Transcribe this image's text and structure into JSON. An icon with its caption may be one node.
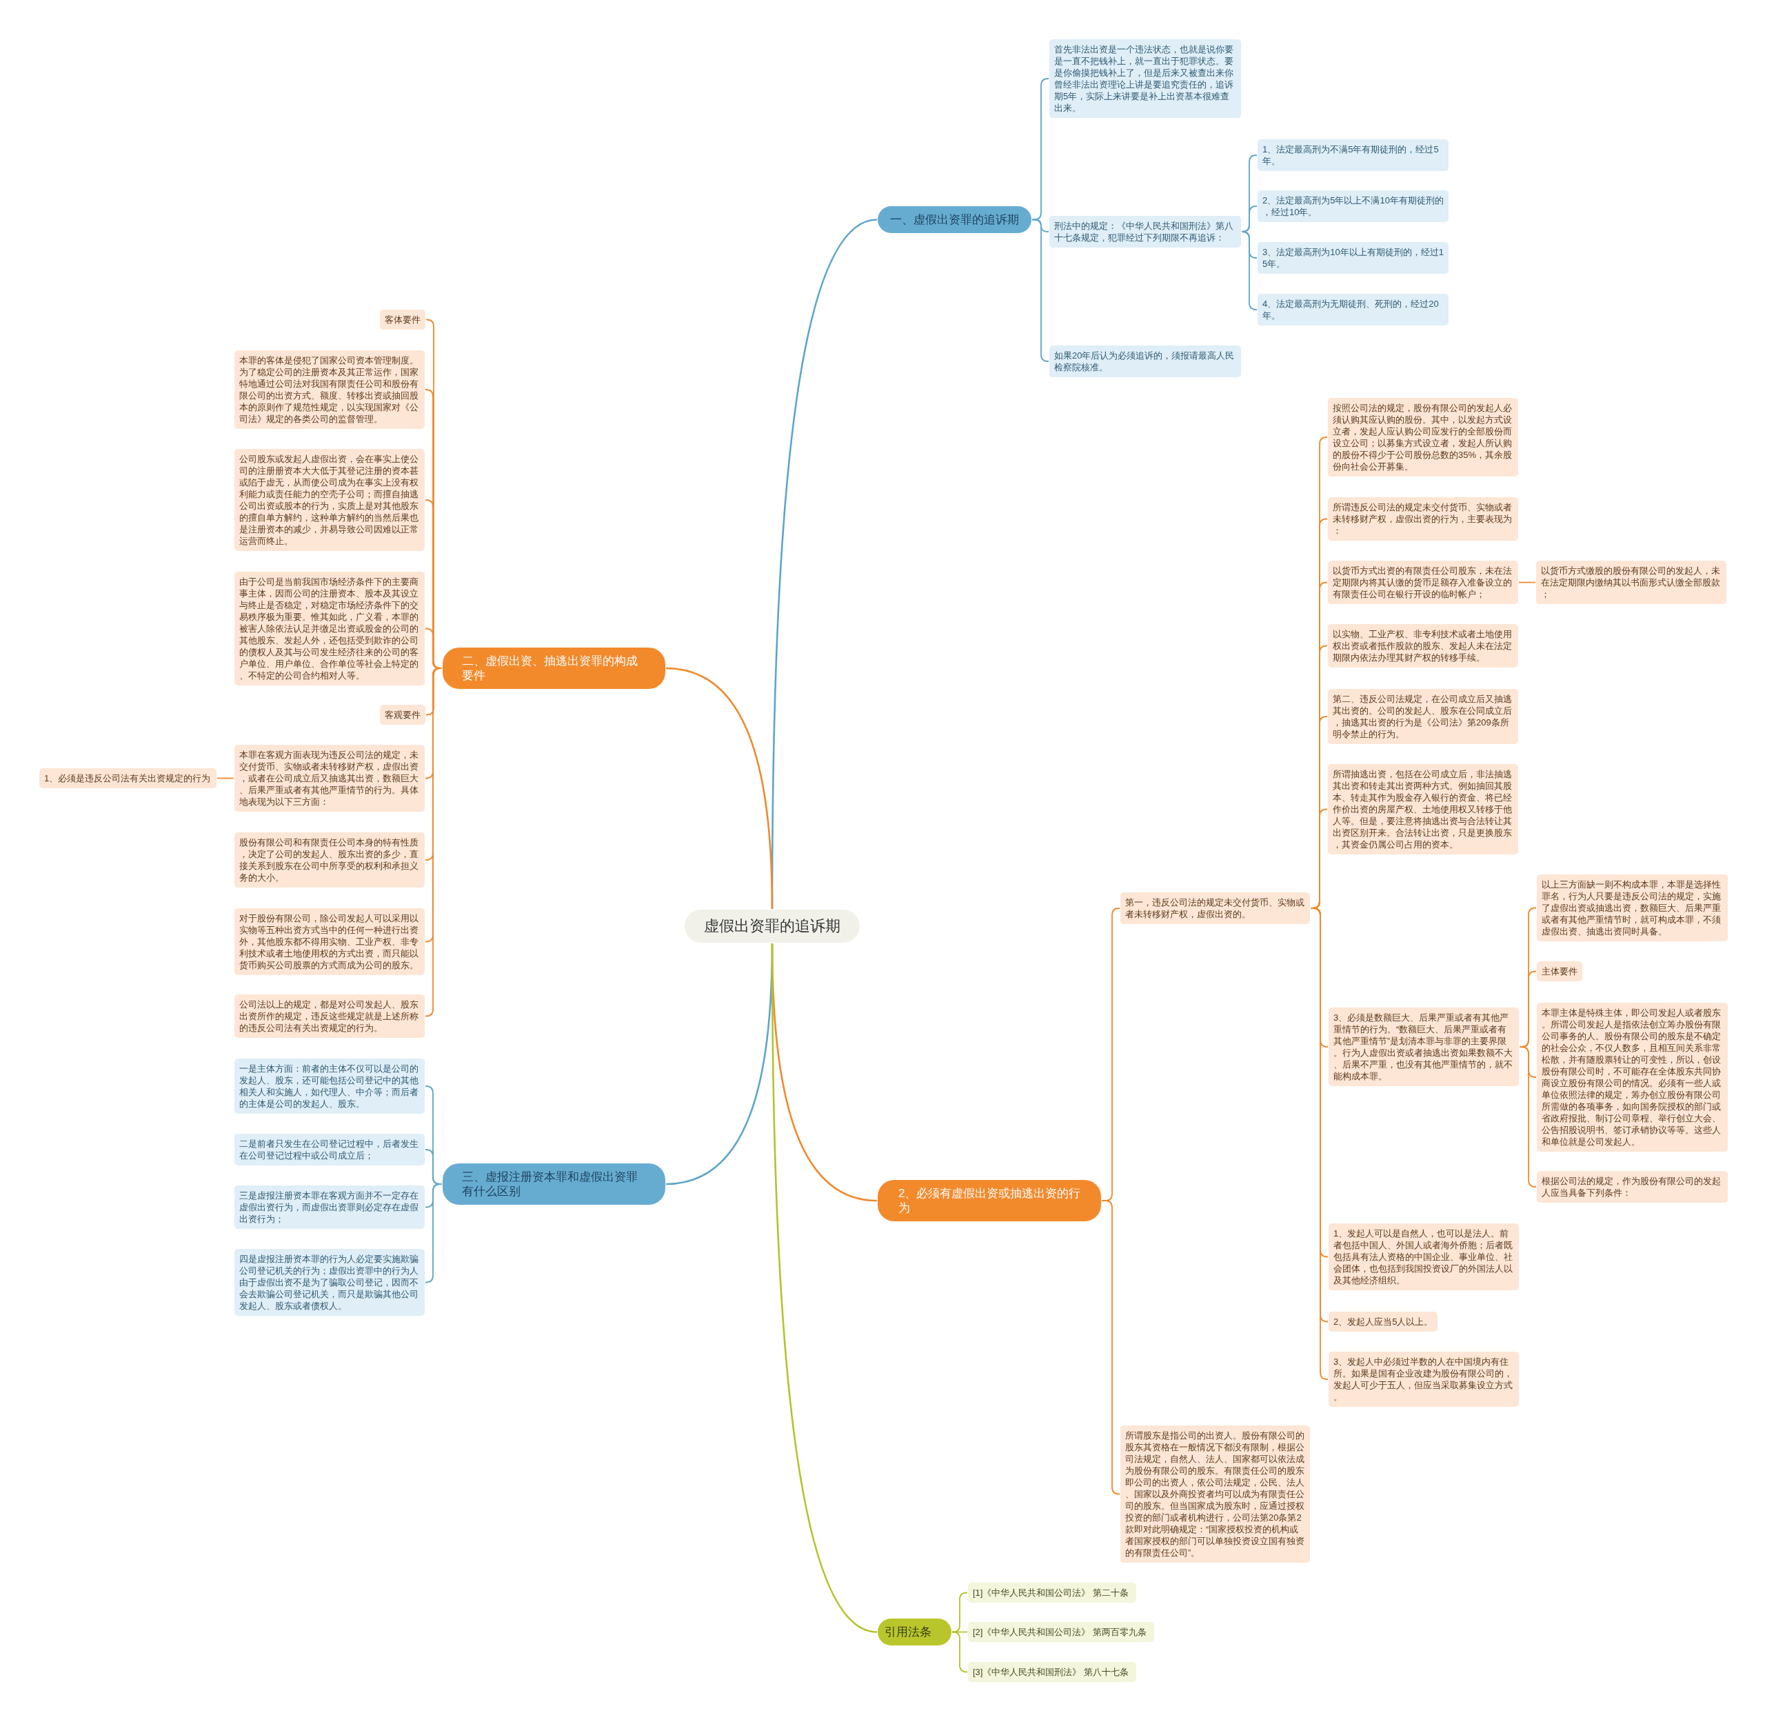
{
  "diagram": {
    "nodes": [
      {
        "text": [
          "虚假出资罪的追诉期"
        ]
      },
      {
        "text": [
          "一、虚假出资罪的追诉期"
        ]
      },
      {
        "text": [
          "首先非法出资是一个违法状态，也就是说你要是一直不把钱补上，就一直出于犯罪状态。要是你偷摸把钱补上了，但是后来又被查出来你曾经非法出资理论上讲是要追究责任的，追诉期5年，实际上来讲要是补上出资基本很难查出来。"
        ]
      },
      {
        "text": [
          "刑法中的规定：《中华人民共和国刑法》第八十七条规定，犯罪经过下列期限不再追诉："
        ]
      },
      {
        "text": [
          "1、法定最高刑为不满5年有期徒刑的，经过5年。"
        ]
      },
      {
        "text": [
          "2、法定最高刑为5年以上不满10年有期徒刑的，经过10年。"
        ]
      },
      {
        "text": [
          "3、法定最高刑为10年以上有期徒刑的，经过15年。"
        ]
      },
      {
        "text": [
          "4、法定最高刑为无期徒刑、死刑的，经过20年。"
        ]
      },
      {
        "text": [
          "如果20年后认为必须追诉的，须报请最高人民检察院核准。"
        ]
      },
      {
        "text": [
          "二、虚假出资、抽逃出资罪的构成要件"
        ]
      },
      {
        "text": [
          "客体要件"
        ]
      },
      {
        "text": [
          "本罪的客体是侵犯了国家公司资本管理制度。为了稳定公司的注册资本及其正常运作，国家特地通过公司法对我国有限责任公司和股份有限公司的出资方式、额度、转移出资或抽回股本的原则作了规范性规定，以实现国家对《公司法》规定的各类公司的监督管理。"
        ]
      },
      {
        "text": [
          "公司股东或发起人虚假出资，会在事实上使公司的注册册资本大大低于其登记注册的资本甚或陷于虚无，从而使公司成为在事实上没有权利能力或责任能力的空壳子公司；而擅自抽逃公司出资或股本的行为，实质上是对其他股东的擅自单方解约，这种单方解约的当然后果也是注册资本的减少，并易导致公司因难以正常运营而终止。"
        ]
      },
      {
        "text": [
          "由于公司是当前我国市场经济条件下的主要商事主体，因而公司的注册资本、股本及其设立与终止是否稳定，对稳定市场经济条件下的交易秩序极为重要。惟其如此，广义看，本罪的被害人除依法认足并缴足出资或股金的公司的其他股东、发起人外，还包括受到欺诈的公司的债权人及其与公司发生经济往来的公司的客户单位、用户单位、合作单位等社会上特定的、不特定的公司合约相对人等。"
        ]
      },
      {
        "text": [
          "客观要件"
        ]
      },
      {
        "text": [
          "本罪在客观方面表现为违反公司法的规定，未交付货币、实物或者未转移财产权，虚假出资，或者在公司成立后又抽逃其出资，数额巨大、后果严重或者有其他严重情节的行为。具体地表现为以下三方面："
        ]
      },
      {
        "text": [
          "1、必须是违反公司法有关出资规定的行为"
        ]
      },
      {
        "text": [
          "股份有限公司和有限责任公司本身的特有性质，决定了公司的发起人、股东出资的多少，直接关系到股东在公司中所享受的权利和承担义务的大小。"
        ]
      },
      {
        "text": [
          "对于股份有限公司，除公司发起人可以采用以实物等五种出资方式当中的任何一种进行出资外，其他股东都不得用实物、工业产权、非专利技术或者土地使用权的方式出资，而只能以货币购买公司股票的方式而成为公司的股东。"
        ]
      },
      {
        "text": [
          "公司法以上的规定，都是对公司发起人、股东出资所作的规定，违反这些规定就是上述所称的违反公司法有关出资规定的行为。"
        ]
      },
      {
        "text": [
          "三、虚报注册资本罪和虚假出资罪有什么区别"
        ]
      },
      {
        "text": [
          "一是主体方面：前者的主体不仅可以是公司的发起人、股东，还可能包括公司登记中的其他相关人和实施人，如代理人、中介等；而后者的主体是公司的发起人、股东。"
        ]
      },
      {
        "text": [
          "二是前者只发生在公司登记过程中，后者发生在公司登记过程中或公司成立后；"
        ]
      },
      {
        "text": [
          "三是虚报注册资本罪在客观方面并不一定存在虚假出资行为，而虚假出资罪则必定存在虚假出资行为；"
        ]
      },
      {
        "text": [
          "四是虚报注册资本罪的行为人必定要实施欺骗公司登记机关的行为；虚假出资罪中的行为人由于虚假出资不是为了骗取公司登记，因而不会去欺骗公司登记机关，而只是欺骗其他公司发起人、股东或者债权人。"
        ]
      },
      {
        "text": [
          "2、必须有虚假出资或抽逃出资的行为"
        ]
      },
      {
        "text": [
          "第一，违反公司法的规定未交付货币、实物或者未转移财产权，虚假出资的。"
        ]
      },
      {
        "text": [
          "按照公司法的规定，股份有限公司的发起人必须认购其应认购的股份。其中，以发起方式设立者，发起人应认购公司应发行的全部股份而设立公司；以募集方式设立者，发起人所认购的股份不得少于公司股份总数的35%，其余股份向社会公开募集。"
        ]
      },
      {
        "text": [
          "所谓违反公司法的规定未交付货币、实物或者未转移财产权，虚假出资的行为，主要表现为："
        ]
      },
      {
        "text": [
          "以货币方式出资的有限责任公司股东，未在法定期限内将其认缴的货币足额存入准备设立的有限责任公司在银行开设的临时帐户；"
        ]
      },
      {
        "text": [
          "以货币方式缴股的股份有限公司的发起人，未在法定期限内缴纳其以书面形式认缴全部股款；"
        ]
      },
      {
        "text": [
          "以实物、工业产权、非专利技术或者土地使用权出资或者抵作股款的股东、发起人未在法定期限内依法办理其财产权的转移手续。"
        ]
      },
      {
        "text": [
          "第二、违反公司法规定，在公司成立后又抽逃其出资的。公司的发起人、股东在公同成立后，抽逃其出资的行为是《公司法》第209条所明令禁止的行为。"
        ]
      },
      {
        "text": [
          "所谓抽逃出资，包括在公司成立后，非法抽逃其出资和转走其出资两种方式。例如抽回其股本、转走其作为股金存入银行的资金、将已经作价出资的房屋产权、土地使用权又转移于他人等。但是，要注意将抽逃出资与合法转让其出资区别开来。合法转让出资，只是更换股东，其资金仍属公司占用的资本。"
        ]
      },
      {
        "text": [
          "3、必须是数额巨大、后果严重或者有其他严重情节的行为。“数额巨大、后果严重或者有其他严重情节”是划清本罪与非罪的主要界限。行为人虚假出资或者抽逃出资如果数额不大、后果不严重，也没有其他严重情节的，就不能构成本罪。"
        ]
      },
      {
        "text": [
          "以上三方面缺一则不构成本罪，本罪是选择性罪名，行为人只要是违反公司法的规定，实施了虚假出资或抽逃出资，数额巨大、后果严重或者有其他严重情节时，就可构成本罪，不须虚假出资、抽逃出资同时具备。"
        ]
      },
      {
        "text": [
          "主体要件"
        ]
      },
      {
        "text": [
          "本罪主体是特殊主体，即公司发起人或者股东。所谓公司发起人是指依法创立筹办股份有限公司事务的人。股份有限公司的股东是不确定的社会公众，不仅人数多，且相互间关系非常松散，并有随股票转让的可变性，所以，创设股份有限公司时，不可能存在全体股东共同协商设立股份有限公司的情况。必须有一些人或单位依照法律的规定，筹办创立股份有限公司所需做的各项事务，如向国务院授权的部门或省政府报批、制订公司章程、举行创立大会、公告招股说明书、签订承销协议等等。这些人和单位就是公司发起人。"
        ]
      },
      {
        "text": [
          "根据公司法的规定，作为股份有限公司的发起人应当具备下列条件："
        ]
      },
      {
        "text": [
          "1、发起人可以是自然人，也可以是法人。前者包括中国人、外国人或者海外侨胞；后者既包括具有法人资格的中国企业、事业单位、社会团体，也包括到我国投资设厂的外国法人以及其他经济组织。"
        ]
      },
      {
        "text": [
          "2、发起人应当5人以上。"
        ]
      },
      {
        "text": [
          "3、发起人中必须过半数的人在中国境内有住所。如果是国有企业改建为股份有限公司的，发起人可少于五人，但应当采取募集设立方式。"
        ]
      },
      {
        "text": [
          "所谓股东是指公司的出资人。股份有限公司的股东其资格在一般情况下都没有限制，根据公司法规定，自然人、法人、国家都可以依法成为股份有限公司的股东。有限责任公司的股东即公司的出资人，依公司法规定，公民、法人、国家以及外商投资者均可以成为有限责任公司的股东。但当国家成为股东时，应通过授权投资的部门或者机构进行，公司法第20条第2款即对此明确规定：“国家授权投资的机构或者国家授权的部门可以单独投资设立国有独资的有限责任公司”。"
        ]
      },
      {
        "text": [
          "引用法条"
        ]
      },
      {
        "text": [
          "[1]《中华人民共和国公司法》 第二十条"
        ]
      },
      {
        "text": [
          "[2]《中华人民共和国公司法》 第两百零九条"
        ]
      },
      {
        "text": [
          "[3]《中华人民共和国刑法》 第八十七条"
        ]
      }
    ],
    "edges": [
      {
        "from": 0,
        "to": 1,
        "arrow": "none",
        "color": "#5da5c9"
      },
      {
        "from": 1,
        "to": 2,
        "arrow": "none",
        "color": "#5da5c9"
      },
      {
        "from": 1,
        "to": 3,
        "arrow": "none",
        "color": "#5da5c9"
      },
      {
        "from": 3,
        "to": 4,
        "arrow": "none",
        "color": "#5da5c9"
      },
      {
        "from": 3,
        "to": 5,
        "arrow": "none",
        "color": "#5da5c9"
      },
      {
        "from": 3,
        "to": 6,
        "arrow": "none",
        "color": "#5da5c9"
      },
      {
        "from": 3,
        "to": 7,
        "arrow": "none",
        "color": "#5da5c9"
      },
      {
        "from": 1,
        "to": 8,
        "arrow": "none",
        "color": "#5da5c9"
      },
      {
        "from": 0,
        "to": 9,
        "arrow": "none"
      },
      {
        "from": 9,
        "to": 10,
        "arrow": "none"
      },
      {
        "from": 9,
        "to": 11,
        "arrow": "none"
      },
      {
        "from": 9,
        "to": 12,
        "arrow": "none"
      },
      {
        "from": 9,
        "to": 13,
        "arrow": "none"
      },
      {
        "from": 9,
        "to": 14,
        "arrow": "none"
      },
      {
        "from": 9,
        "to": 15,
        "arrow": "none"
      },
      {
        "from": 15,
        "to": 16,
        "arrow": "none"
      },
      {
        "from": 9,
        "to": 17,
        "arrow": "none"
      },
      {
        "from": 9,
        "to": 18,
        "arrow": "none"
      },
      {
        "from": 9,
        "to": 19,
        "arrow": "none"
      },
      {
        "from": 0,
        "to": 20,
        "arrow": "none",
        "color": "#5da5c9"
      },
      {
        "from": 20,
        "to": 21,
        "arrow": "none",
        "color": "#5da5c9"
      },
      {
        "from": 20,
        "to": 22,
        "arrow": "none",
        "color": "#5da5c9"
      },
      {
        "from": 20,
        "to": 23,
        "arrow": "none",
        "color": "#5da5c9"
      },
      {
        "from": 20,
        "to": 24,
        "arrow": "none",
        "color": "#5da5c9"
      },
      {
        "from": 0,
        "to": 25,
        "arrow": "none"
      },
      {
        "from": 25,
        "to": 26,
        "arrow": "none"
      },
      {
        "from": 26,
        "to": 27,
        "arrow": "none"
      },
      {
        "from": 26,
        "to": 28,
        "arrow": "none"
      },
      {
        "from": 26,
        "to": 29,
        "arrow": "none"
      },
      {
        "from": 29,
        "to": 30,
        "arrow": "none"
      },
      {
        "from": 26,
        "to": 31,
        "arrow": "none"
      },
      {
        "from": 26,
        "to": 32,
        "arrow": "none"
      },
      {
        "from": 26,
        "to": 33,
        "arrow": "none"
      },
      {
        "from": 26,
        "to": 34,
        "arrow": "none"
      },
      {
        "from": 34,
        "to": 35,
        "arrow": "none"
      },
      {
        "from": 34,
        "to": 36,
        "arrow": "none"
      },
      {
        "from": 34,
        "to": 37,
        "arrow": "none"
      },
      {
        "from": 34,
        "to": 38,
        "arrow": "none"
      },
      {
        "from": 26,
        "to": 39,
        "arrow": "none"
      },
      {
        "from": 26,
        "to": 40,
        "arrow": "none"
      },
      {
        "from": 26,
        "to": 41,
        "arrow": "none"
      },
      {
        "from": 25,
        "to": 42,
        "arrow": "none"
      },
      {
        "from": 0,
        "to": 43,
        "arrow": "none",
        "color": "#b4c32b"
      },
      {
        "from": 43,
        "to": 44,
        "arrow": "none",
        "color": "#b4c32b"
      },
      {
        "from": 43,
        "to": 45,
        "arrow": "none",
        "color": "#b4c32b"
      },
      {
        "from": 43,
        "to": 46,
        "arrow": "none",
        "color": "#b4c32b"
      }
    ]
  }
}
